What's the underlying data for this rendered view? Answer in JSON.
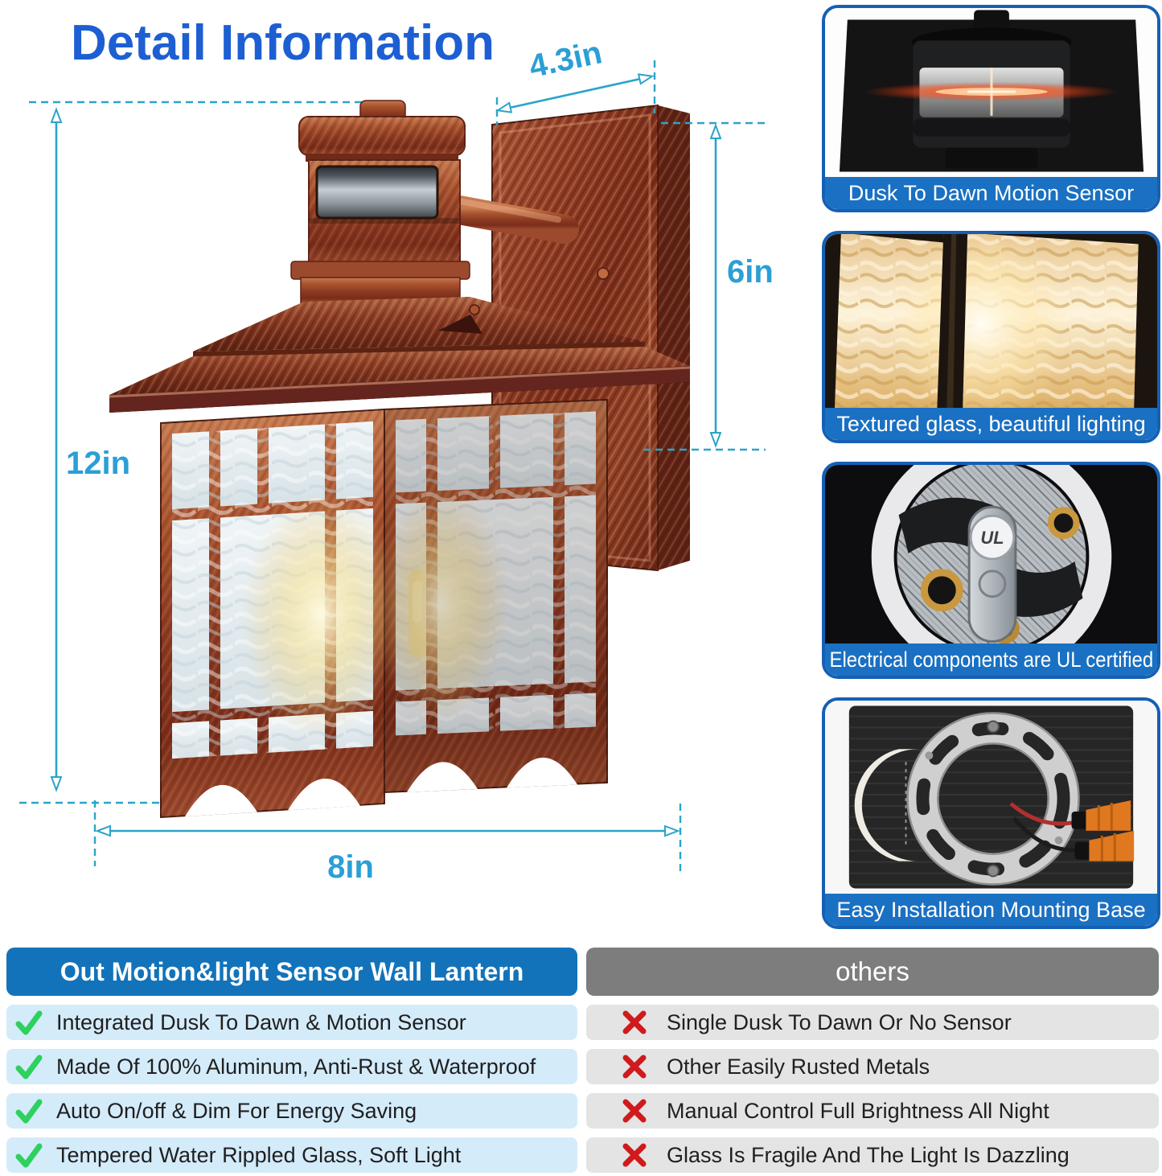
{
  "title": "Detail Information",
  "dims": {
    "top_width": "4.3in",
    "right_height": "6in",
    "left_height": "12in",
    "bottom_width": "8in"
  },
  "features": [
    {
      "caption": "Dusk To Dawn Motion Sensor"
    },
    {
      "caption": "Textured glass, beautiful lighting"
    },
    {
      "caption": "Electrical components are UL certified",
      "ul_badge": "UL"
    },
    {
      "caption": "Easy Installation Mounting Base"
    }
  ],
  "comparison": {
    "left": {
      "header": "Out Motion&light Sensor Wall Lantern",
      "items": [
        "Integrated Dusk To Dawn & Motion Sensor",
        "Made Of 100% Aluminum, Anti-Rust & Waterproof",
        "Auto On/off & Dim For Energy Saving",
        "Tempered Water Rippled Glass, Soft Light"
      ]
    },
    "right": {
      "header": "others",
      "items": [
        "Single Dusk To Dawn Or No Sensor",
        "Other Easily Rusted Metals",
        "Manual Control Full Brightness All Night",
        "Glass Is Fragile And The Light Is Dazzling"
      ]
    }
  },
  "colors": {
    "title_blue": "#1d5fd3",
    "dimension_teal": "#2ba4c9",
    "dimension_label_blue": "#2b9fd6",
    "card_border_blue": "#1560b4",
    "caption_bar_blue": "#1a70c2",
    "header_left_blue": "#1273ba",
    "header_right_gray": "#7d7d7d",
    "row_left_bg": "#d4ebfa",
    "row_right_bg": "#e4e4e4",
    "check_green": "#2ed05e",
    "cross_red": "#d01a1d",
    "copper": "#8c3a22"
  }
}
